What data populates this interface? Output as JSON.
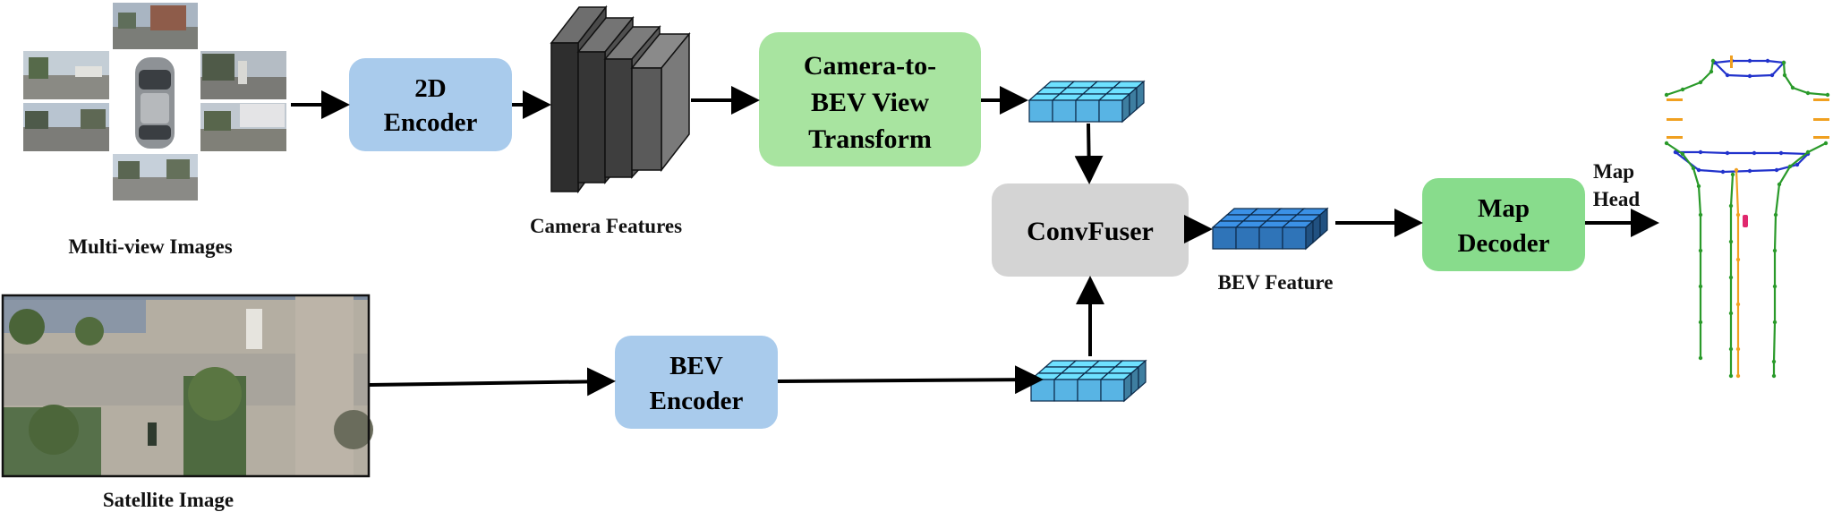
{
  "inputs": {
    "multiview_caption": "Multi-view Images",
    "satellite_caption": "Satellite Image"
  },
  "encoders": {
    "encoder_2d": [
      "2D",
      "Encoder"
    ],
    "bev_encoder": [
      "BEV",
      "Encoder"
    ]
  },
  "features": {
    "camera_features_caption": "Camera Features",
    "bev_feature_caption": "BEV Feature"
  },
  "modules": {
    "view_transform": [
      "Camera-to-",
      "BEV View",
      "Transform"
    ],
    "conv_fuser": "ConvFuser",
    "map_decoder": [
      "Map",
      "Decoder"
    ],
    "map_head": [
      "Map",
      "Head"
    ]
  },
  "colors": {
    "encoder_blue": "#a9cbec",
    "module_green": "#a8e4a0",
    "decoder_green": "#88dc8c",
    "fuser_gray": "#d4d4d4",
    "cube_light_blue": "#58b4e4",
    "cube_dark_blue": "#2f74b8",
    "lane_blue": "#2233cc",
    "lane_green": "#2a9a2a",
    "lane_orange": "#f0a020",
    "vehicle_pink": "#e0286e"
  }
}
